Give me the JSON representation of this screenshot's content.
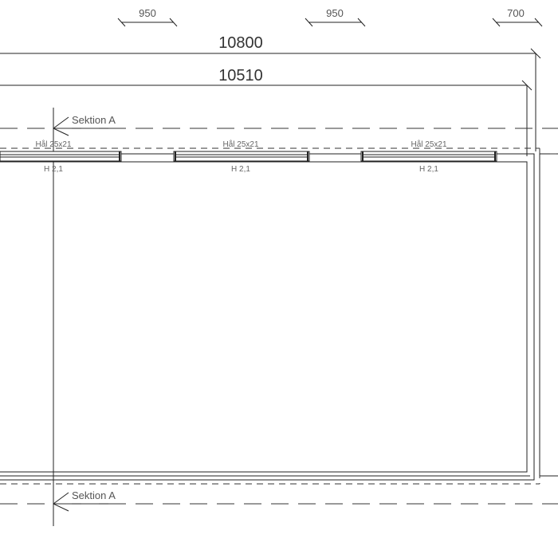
{
  "dimensions": {
    "spacing_1": "950",
    "spacing_2": "950",
    "spacing_3": "700",
    "overall_outer": "10800",
    "overall_inner": "10510"
  },
  "section_marker": {
    "top_label": "Sektion A",
    "bottom_label": "Sektion A"
  },
  "windows": [
    {
      "opening_label": "Hål 25x21",
      "height_label": "H 2,1"
    },
    {
      "opening_label": "Hål 25x21",
      "height_label": "H 2,1"
    },
    {
      "opening_label": "Hål 25x21",
      "height_label": "H 2,1"
    }
  ]
}
